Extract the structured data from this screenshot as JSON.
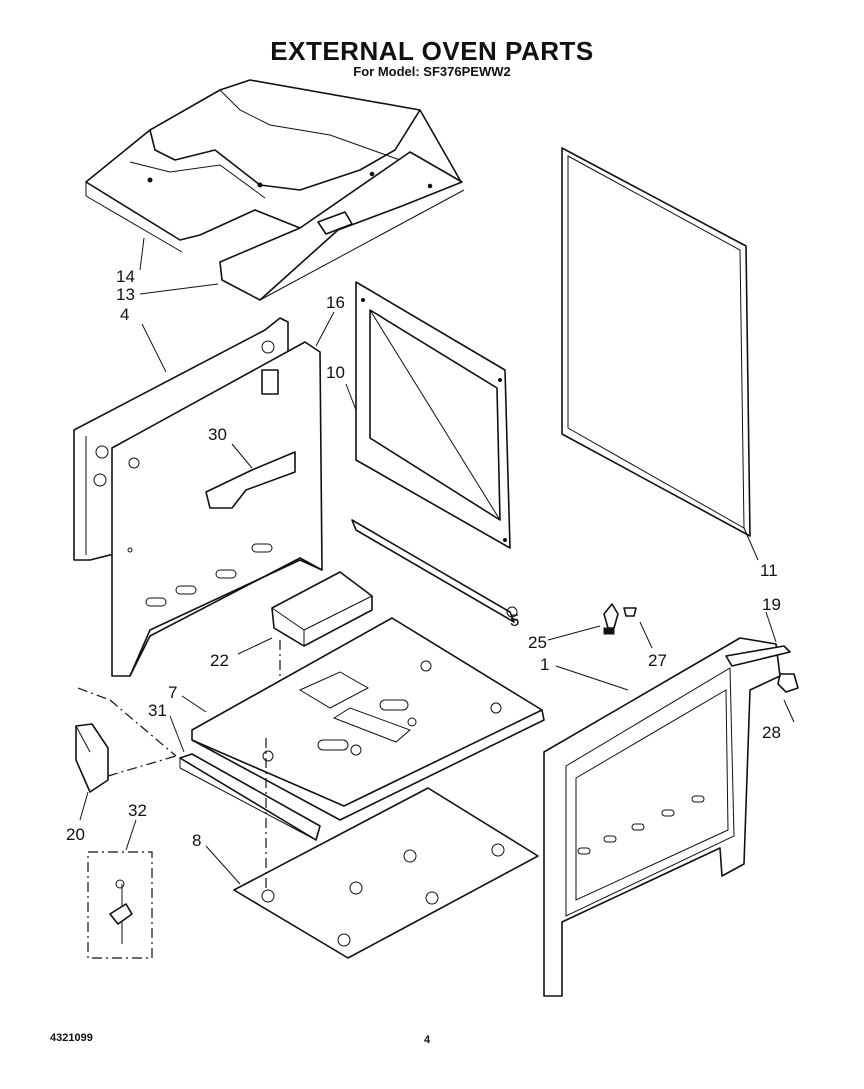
{
  "header": {
    "title": "EXTERNAL OVEN PARTS",
    "subtitle": "For Model: SF376PEWW2"
  },
  "callouts": [
    "14",
    "13",
    "4",
    "16",
    "10",
    "30",
    "11",
    "5",
    "25",
    "27",
    "19",
    "1",
    "22",
    "7",
    "31",
    "28",
    "20",
    "32",
    "8"
  ],
  "footer": {
    "doc_number": "4321099",
    "page_number": "4"
  }
}
